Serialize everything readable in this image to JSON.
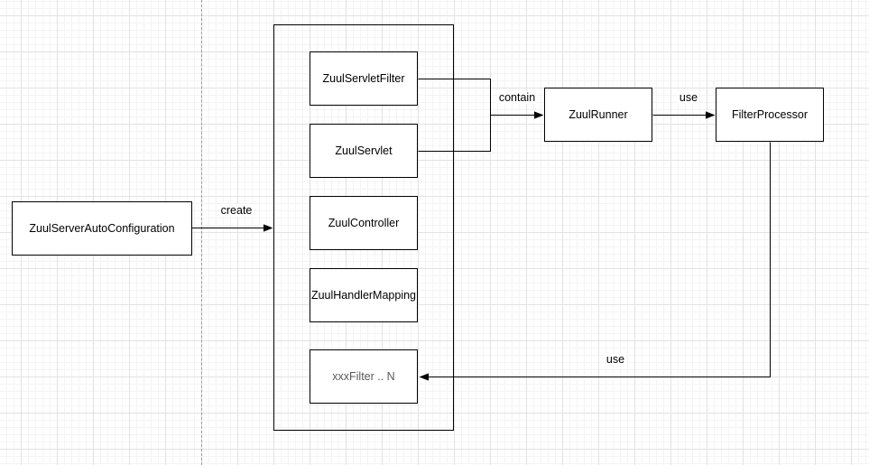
{
  "diagram": {
    "nodes": {
      "auto_config": {
        "label": "ZuulServerAutoConfiguration"
      },
      "servlet_filter": {
        "label": "ZuulServletFilter"
      },
      "servlet": {
        "label": "ZuulServlet"
      },
      "controller": {
        "label": "ZuulController"
      },
      "handler_mapping": {
        "label": "ZuulHandlerMapping"
      },
      "xxx_filter": {
        "label": "xxxFilter .. N"
      },
      "runner": {
        "label": "ZuulRunner"
      },
      "filter_processor": {
        "label": "FilterProcessor"
      }
    },
    "edges": {
      "create": {
        "label": "create",
        "from": "ZuulServerAutoConfiguration",
        "to": "container group"
      },
      "contain": {
        "label": "contain",
        "from": "ZuulServletFilter / ZuulServlet",
        "to": "ZuulRunner"
      },
      "use_runner_processor": {
        "label": "use",
        "from": "ZuulRunner",
        "to": "FilterProcessor"
      },
      "use_processor_filters": {
        "label": "use",
        "from": "FilterProcessor",
        "to": "xxxFilter .. N"
      }
    },
    "colors": {
      "node_border": "#000000",
      "node_fill": "#ffffff",
      "edge_stroke": "#000000",
      "text": "#000000",
      "muted_text": "#595959",
      "grid_major": "#e2e2e2",
      "grid_minor": "#f4f4f4",
      "page_boundary": "#9e9e9e",
      "canvas_background": "#ffffff"
    }
  }
}
